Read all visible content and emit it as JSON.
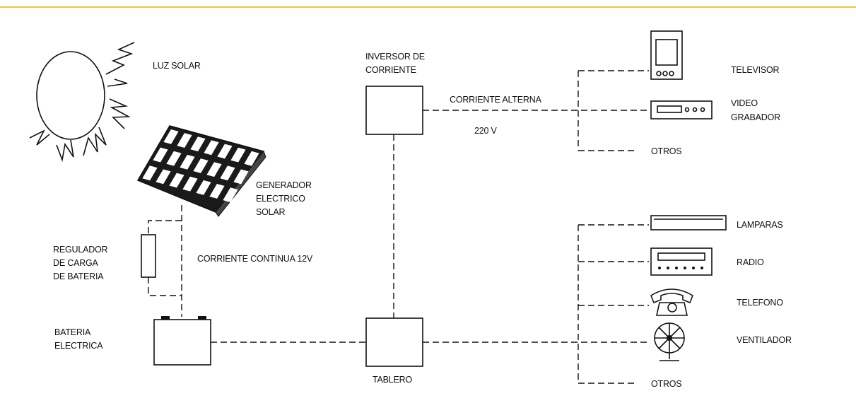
{
  "colors": {
    "top_rule": "#f3c24a",
    "ink": "#111111",
    "background": "#ffffff"
  },
  "labels": {
    "luz_solar": "LUZ SOLAR",
    "inversor_1": "INVERSOR DE",
    "inversor_2": "CORRIENTE",
    "corriente_alterna": "CORRIENTE ALTERNA",
    "voltaje_ac": "220 V",
    "televisor": "TELEVISOR",
    "video_1": "VIDEO",
    "video_2": "GRABADOR",
    "otros_top": "OTROS",
    "generador_1": "GENERADOR",
    "generador_2": "ELECTRICO",
    "generador_3": "SOLAR",
    "regulador_1": "REGULADOR",
    "regulador_2": "DE CARGA",
    "regulador_3": "DE BATERIA",
    "corriente_continua": "CORRIENTE CONTINUA 12V",
    "bateria_1": "BATERIA",
    "bateria_2": "ELECTRICA",
    "tablero": "TABLERO",
    "lamparas": "LAMPARAS",
    "radio": "RADIO",
    "telefono": "TELEFONO",
    "ventilador": "VENTILADOR",
    "otros_bottom": "OTROS"
  },
  "icons": {
    "sun": "sun-icon",
    "solar_panel": "solar-panel-icon",
    "television": "television-icon",
    "video_recorder": "video-recorder-icon",
    "lamp": "lamp-icon",
    "radio": "radio-icon",
    "telephone": "telephone-icon",
    "fan": "fan-icon",
    "battery": "battery-icon",
    "regulator": "regulator-icon"
  }
}
